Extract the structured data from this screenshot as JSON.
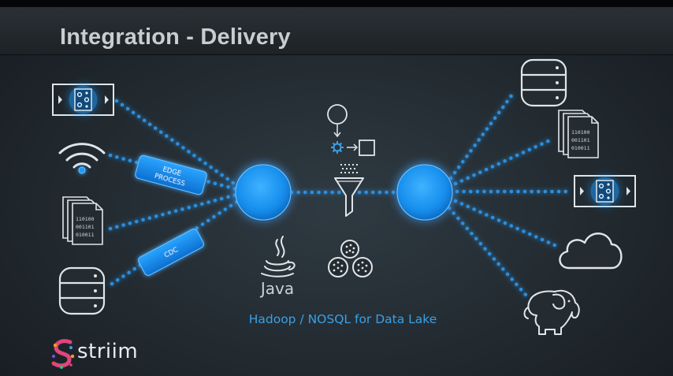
{
  "slide": {
    "title": "Integration - Delivery",
    "caption": "Hadoop / NOSQL for Data Lake",
    "java_label": "Java",
    "brand": "striim"
  },
  "sources": [
    {
      "icon": "stream-processor-icon"
    },
    {
      "icon": "wifi-sensor-icon"
    },
    {
      "icon": "log-files-icon"
    },
    {
      "icon": "database-icon"
    }
  ],
  "edge_labels": {
    "edge_process": [
      "EDGE",
      "PROCESS"
    ],
    "cdc": "CDC"
  },
  "document_binary": [
    "110100",
    "001101",
    "010011"
  ],
  "targets": [
    {
      "icon": "database-icon"
    },
    {
      "icon": "log-files-icon"
    },
    {
      "icon": "stream-processor-icon"
    },
    {
      "icon": "cloud-icon"
    },
    {
      "icon": "hadoop-elephant-icon"
    }
  ],
  "middle_icons": [
    "workflow-icon",
    "filter-funnel-icon",
    "java-icon",
    "nosql-cluster-icon"
  ],
  "colors": {
    "accent_blue": "#1e9bff",
    "dot_line": "#2a8fe0",
    "icon_stroke": "#dfe6eb",
    "caption_blue": "#3aa0e6"
  }
}
